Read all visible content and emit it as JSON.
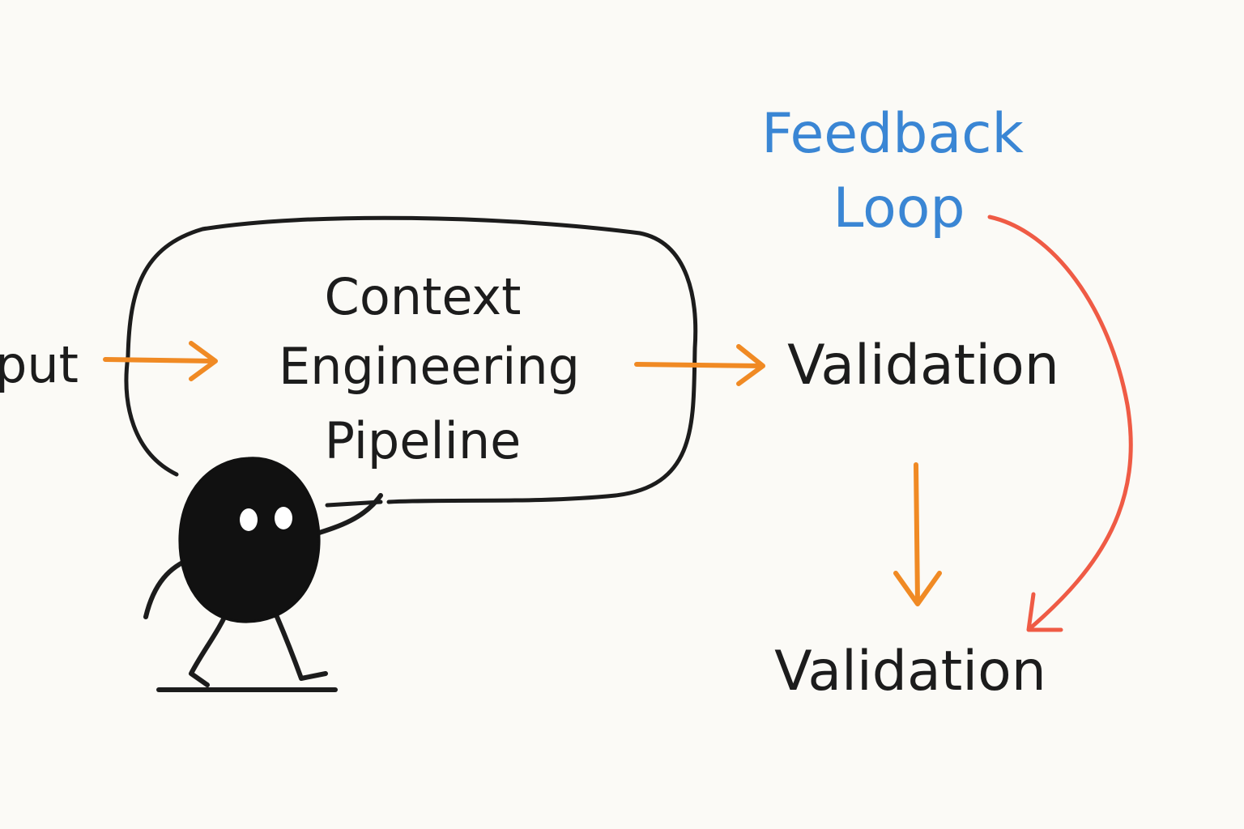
{
  "colors": {
    "background": "#fbfaf6",
    "ink": "#1c1c1c",
    "flow_arrow": "#f08a24",
    "feedback_arrow": "#ef5b45",
    "feedback_label": "#3a86d4"
  },
  "nodes": {
    "input": {
      "label": "put"
    },
    "pipeline": {
      "line1": "Context",
      "line2": "Engineering",
      "line3": "Pipeline"
    },
    "validation_top": {
      "label": "Validation"
    },
    "validation_bottom": {
      "label": "Validation"
    },
    "feedback": {
      "line1": "Feedback",
      "line2": "Loop"
    }
  },
  "icons": {
    "mascot": "blob-character-icon"
  }
}
